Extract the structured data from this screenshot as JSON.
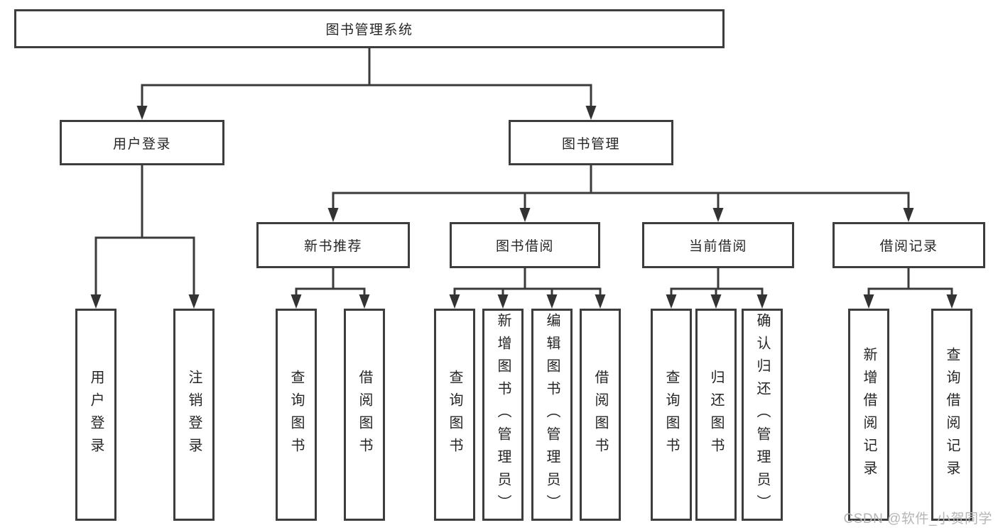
{
  "tree": {
    "label": "图书管理系统",
    "children": [
      {
        "label": "用户登录",
        "children": [
          {
            "label": "用户登录"
          },
          {
            "label": "注销登录"
          }
        ]
      },
      {
        "label": "图书管理",
        "children": [
          {
            "label": "新书推荐",
            "children": [
              {
                "label": "查询图书"
              },
              {
                "label": "借阅图书"
              }
            ]
          },
          {
            "label": "图书借阅",
            "children": [
              {
                "label": "查询图书"
              },
              {
                "label": "新增图书（管理员）"
              },
              {
                "label": "编辑图书（管理员）"
              },
              {
                "label": "借阅图书"
              }
            ]
          },
          {
            "label": "当前借阅",
            "children": [
              {
                "label": "查询图书"
              },
              {
                "label": "归还图书"
              },
              {
                "label": "确认归还（管理员）"
              }
            ]
          },
          {
            "label": "借阅记录",
            "children": [
              {
                "label": "新增借阅记录"
              },
              {
                "label": "查询借阅记录"
              }
            ]
          }
        ]
      }
    ]
  },
  "watermark": {
    "text": "CSDN @软件_小贺同学"
  },
  "colors": {
    "line": "#3b3b3b",
    "arrow": "#333333",
    "box_border": "#3d3d3d",
    "text": "#262626",
    "watermark": "#b5b5b5",
    "background": "#ffffff"
  }
}
